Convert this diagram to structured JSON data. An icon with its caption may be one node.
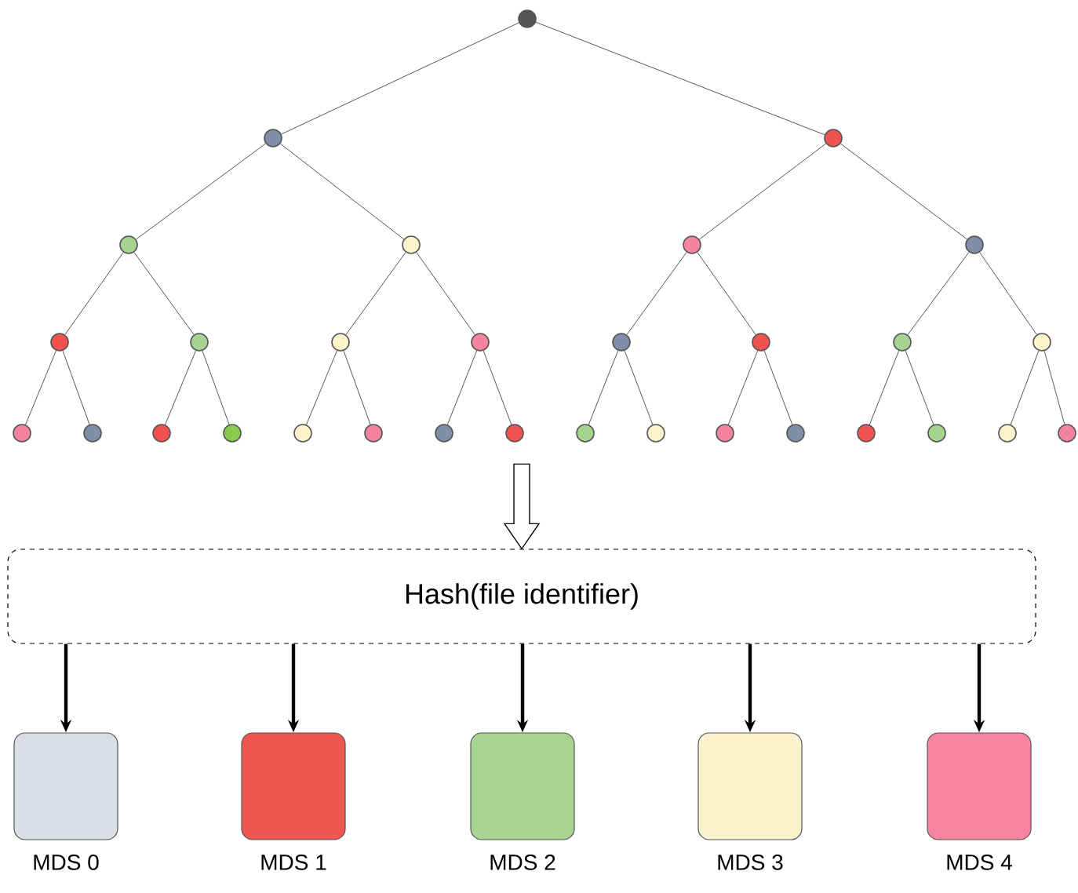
{
  "diagram": {
    "nodes": [
      {
        "text": [],
        "shape": "circle"
      },
      {
        "text": [],
        "shape": "circle"
      },
      {
        "text": [],
        "shape": "circle"
      },
      {
        "text": [],
        "shape": "circle"
      },
      {
        "text": [],
        "shape": "circle"
      },
      {
        "text": [],
        "shape": "circle"
      },
      {
        "text": [],
        "shape": "circle"
      },
      {
        "text": [],
        "shape": "circle"
      },
      {
        "text": [],
        "shape": "circle"
      },
      {
        "text": [],
        "shape": "circle"
      },
      {
        "text": [],
        "shape": "circle"
      },
      {
        "text": [],
        "shape": "circle"
      },
      {
        "text": [],
        "shape": "circle"
      },
      {
        "text": [],
        "shape": "circle"
      },
      {
        "text": [],
        "shape": "circle"
      },
      {
        "text": [],
        "shape": "circle"
      },
      {
        "text": [],
        "shape": "circle"
      },
      {
        "text": [],
        "shape": "circle"
      },
      {
        "text": [],
        "shape": "circle"
      },
      {
        "text": [],
        "shape": "circle"
      },
      {
        "text": [],
        "shape": "circle"
      },
      {
        "text": [],
        "shape": "circle"
      },
      {
        "text": [],
        "shape": "circle"
      },
      {
        "text": [],
        "shape": "circle"
      },
      {
        "text": [],
        "shape": "circle"
      },
      {
        "text": [],
        "shape": "circle"
      },
      {
        "text": [],
        "shape": "circle"
      },
      {
        "text": [],
        "shape": "circle"
      },
      {
        "text": [],
        "shape": "circle"
      },
      {
        "text": [],
        "shape": "circle"
      },
      {
        "text": [],
        "shape": "circle"
      },
      {
        "text": [
          "Hash(file identifier)"
        ]
      },
      {
        "text": [
          "MDS 0"
        ]
      },
      {
        "text": [
          "MDS 1"
        ]
      },
      {
        "text": [
          "MDS 2"
        ]
      },
      {
        "text": [
          "MDS 3"
        ]
      },
      {
        "text": [
          "MDS 4"
        ]
      }
    ],
    "edges": [
      {
        "from": 0,
        "to": 1,
        "arrow": "none"
      },
      {
        "from": 0,
        "to": 2,
        "arrow": "none"
      },
      {
        "from": 1,
        "to": 3,
        "arrow": "none"
      },
      {
        "from": 1,
        "to": 4,
        "arrow": "none"
      },
      {
        "from": 2,
        "to": 5,
        "arrow": "none"
      },
      {
        "from": 2,
        "to": 6,
        "arrow": "none"
      },
      {
        "from": 3,
        "to": 7,
        "arrow": "none"
      },
      {
        "from": 3,
        "to": 8,
        "arrow": "none"
      },
      {
        "from": 4,
        "to": 9,
        "arrow": "none"
      },
      {
        "from": 4,
        "to": 10,
        "arrow": "none"
      },
      {
        "from": 5,
        "to": 11,
        "arrow": "none"
      },
      {
        "from": 5,
        "to": 12,
        "arrow": "none"
      },
      {
        "from": 6,
        "to": 13,
        "arrow": "none"
      },
      {
        "from": 6,
        "to": 14,
        "arrow": "none"
      },
      {
        "from": 7,
        "to": 15,
        "arrow": "none"
      },
      {
        "from": 7,
        "to": 16,
        "arrow": "none"
      },
      {
        "from": 8,
        "to": 17,
        "arrow": "none"
      },
      {
        "from": 8,
        "to": 18,
        "arrow": "none"
      },
      {
        "from": 9,
        "to": 19,
        "arrow": "none"
      },
      {
        "from": 9,
        "to": 20,
        "arrow": "none"
      },
      {
        "from": 10,
        "to": 21,
        "arrow": "none"
      },
      {
        "from": 10,
        "to": 22,
        "arrow": "none"
      },
      {
        "from": 11,
        "to": 23,
        "arrow": "none"
      },
      {
        "from": 11,
        "to": 24,
        "arrow": "none"
      },
      {
        "from": 12,
        "to": 25,
        "arrow": "none"
      },
      {
        "from": 12,
        "to": 26,
        "arrow": "none"
      },
      {
        "from": 13,
        "to": 27,
        "arrow": "none"
      },
      {
        "from": 13,
        "to": 28,
        "arrow": "none"
      },
      {
        "from": 14,
        "to": 29,
        "arrow": "none"
      },
      {
        "from": 14,
        "to": 30,
        "arrow": "none"
      },
      {
        "from": null,
        "to": 31,
        "arrow": "to"
      },
      {
        "from": 31,
        "to": 32,
        "arrow": "to",
        "style": "thick"
      },
      {
        "from": 31,
        "to": 33,
        "arrow": "to",
        "style": "thick"
      },
      {
        "from": 31,
        "to": 34,
        "arrow": "to",
        "style": "thick"
      },
      {
        "from": 31,
        "to": 35,
        "arrow": "to",
        "style": "thick"
      },
      {
        "from": 31,
        "to": 36,
        "arrow": "to",
        "style": "thick"
      }
    ]
  }
}
